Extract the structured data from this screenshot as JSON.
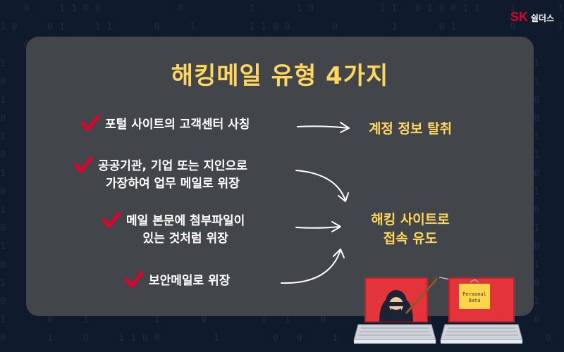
{
  "brand": {
    "logo_mark": "SK",
    "logo_text": "쉴더스",
    "accent_red": "#e4002b",
    "title_yellow": "#ffd75e"
  },
  "title": "해킹메일 유형 4가지",
  "items": [
    {
      "lines": [
        "포털 사이트의 고객센터 사칭"
      ]
    },
    {
      "lines": [
        "공공기관, 기업 또는 지인으로",
        "가장하여 업무 메일로 위장"
      ]
    },
    {
      "lines": [
        "메일 본문에 첨부파일이",
        "있는 것처럼 위장"
      ]
    },
    {
      "lines": [
        "보안메일로 위장"
      ]
    }
  ],
  "results": [
    {
      "lines": [
        "계정 정보 탈취"
      ]
    },
    {
      "lines": [
        "해킹 사이트로",
        "접속 유도"
      ]
    }
  ],
  "illustration": {
    "note_lines": [
      "Personal",
      "Data"
    ],
    "icons": [
      "hacker-laptop-icon",
      "fishing-rod-icon",
      "personal-data-note-icon",
      "target-laptop-icon"
    ]
  }
}
